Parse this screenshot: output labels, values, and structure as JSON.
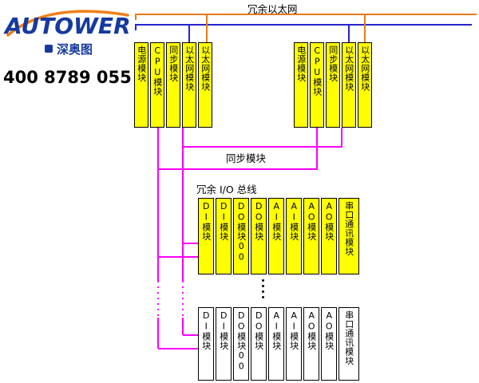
{
  "logo": {
    "brand": "AUTOWER",
    "brand_cn": "深奥图",
    "phone": "400 8789 055"
  },
  "labels": {
    "redundant_ethernet": "冗余以太网",
    "sync_link": "同步模块",
    "io_bus": "冗余 I/O 总线"
  },
  "colors": {
    "eth-orange": "#e87a1a",
    "eth-blue": "#2424cc",
    "bus-magenta": "#ff00ff",
    "module-yellow": "#ffff00",
    "module-white": "#ffffff",
    "logo-blue": "#163a9e",
    "logo-orange": "#f08018"
  },
  "racks": {
    "controller_left": {
      "modules": [
        "电源模块",
        "CPU模块",
        "同步模块",
        "以太网模块",
        "以太网模块"
      ]
    },
    "controller_right": {
      "modules": [
        "电源模块",
        "CPU模块",
        "同步模块",
        "以太网模块",
        "以太网模块"
      ]
    },
    "io_top": {
      "modules": [
        "DI模块",
        "DI模块",
        "DO模块00",
        "DO模块",
        "AI模块",
        "AI模块",
        "AO模块",
        "AO模块",
        "串口通讯模块"
      ]
    },
    "io_bottom": {
      "modules": [
        "DI模块",
        "DI模块",
        "DO模块00",
        "DO模块",
        "AI模块",
        "AI模块",
        "AO模块",
        "AO模块",
        "串口通讯模块"
      ]
    }
  }
}
